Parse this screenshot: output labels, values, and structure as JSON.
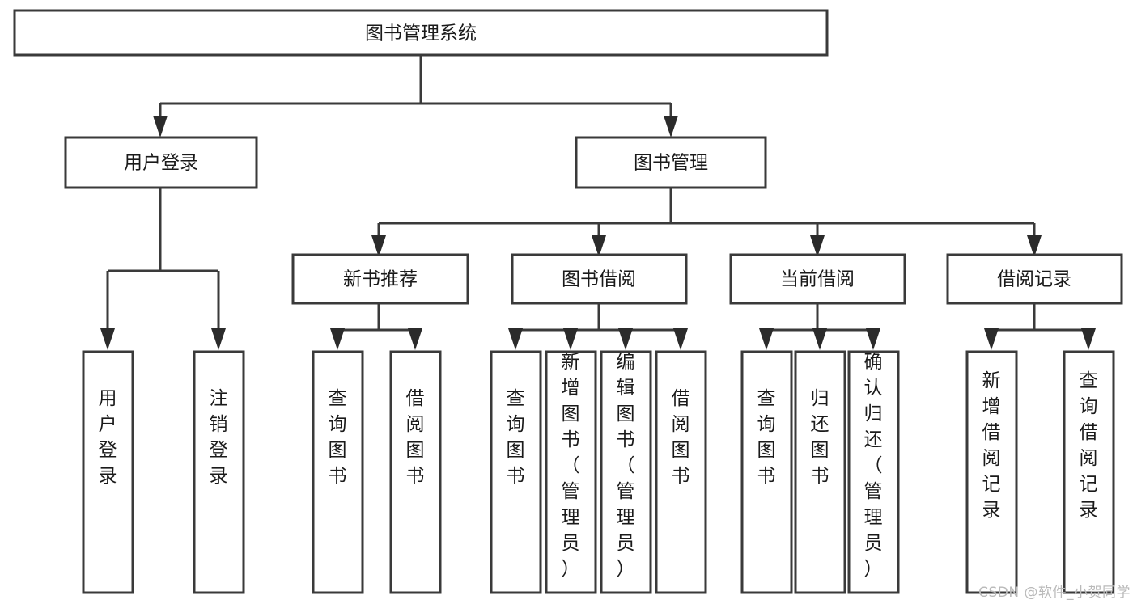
{
  "diagram": {
    "title": "图书管理系统",
    "type": "tree-hierarchy-chart",
    "watermark": "CSDN @软件_小贺同学",
    "colors": {
      "background": "#ffffff",
      "box_stroke": "#3a3a3a",
      "box_fill": "#ffffff",
      "connector": "#3a3a3a",
      "arrow_fill": "#2b2b2b",
      "text": "#1a1a1a",
      "watermark_text": "#b9b9b9"
    }
  },
  "nodes": {
    "root": {
      "label": "图书管理系统",
      "orientation": "horizontal"
    },
    "level2": [
      {
        "label": "用户登录",
        "orientation": "horizontal"
      },
      {
        "label": "图书管理",
        "orientation": "horizontal"
      }
    ],
    "level3": [
      {
        "label": "新书推荐",
        "orientation": "horizontal"
      },
      {
        "label": "图书借阅",
        "orientation": "horizontal"
      },
      {
        "label": "当前借阅",
        "orientation": "horizontal"
      },
      {
        "label": "借阅记录",
        "orientation": "horizontal"
      }
    ],
    "leaves": {
      "user_login": [
        {
          "label": "用户登录",
          "orientation": "vertical"
        },
        {
          "label": "注销登录",
          "orientation": "vertical"
        }
      ],
      "new_book_recommend": [
        {
          "label": "查询图书",
          "orientation": "vertical"
        },
        {
          "label": "借阅图书",
          "orientation": "vertical"
        }
      ],
      "book_borrow": [
        {
          "label": "查询图书",
          "orientation": "vertical"
        },
        {
          "label": "新增图书（管理员）",
          "orientation": "vertical"
        },
        {
          "label": "编辑图书（管理员）",
          "orientation": "vertical"
        },
        {
          "label": "借阅图书",
          "orientation": "vertical"
        }
      ],
      "current_borrow": [
        {
          "label": "查询图书",
          "orientation": "vertical"
        },
        {
          "label": "归还图书",
          "orientation": "vertical"
        },
        {
          "label": "确认归还（管理员）",
          "orientation": "vertical"
        }
      ],
      "borrow_record": [
        {
          "label": "新增借阅记录",
          "orientation": "vertical"
        },
        {
          "label": "查询借阅记录",
          "orientation": "vertical"
        }
      ]
    }
  }
}
